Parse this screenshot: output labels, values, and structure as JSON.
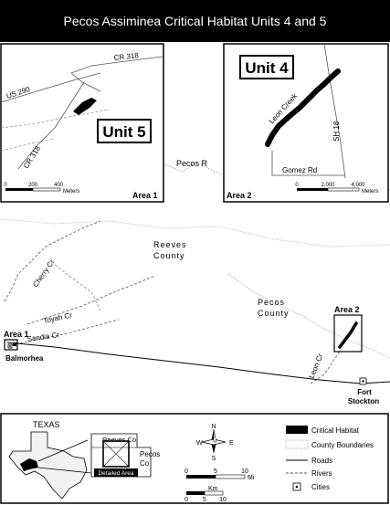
{
  "title": "Pecos Assiminea Critical Habitat Units 4 and 5",
  "inset1": {
    "roads": [
      "CR 318",
      "US 290",
      "CR 318"
    ],
    "unit_label": "Unit 5",
    "scale_ticks": [
      "0",
      "200",
      "400"
    ],
    "scale_units": "Meters",
    "area_label": "Area 1"
  },
  "inset2": {
    "unit_label": "Unit 4",
    "creek_label": "Leon Creek",
    "road_label": "SH 18",
    "gomez_label": "Gomez Rd",
    "scale_ticks": [
      "0",
      "2,000",
      "4,000"
    ],
    "scale_units": "Meters",
    "area_label": "Area 2"
  },
  "main_map": {
    "pecos_r": "Pecos R",
    "reeves_county": [
      "Reeves",
      "County"
    ],
    "pecos_county": [
      "Pecos",
      "County"
    ],
    "cherry_cr": "Cherry Cr",
    "toyah_cr": "Toyah Cr",
    "sandia_cr": "Sandia Cr",
    "leon_cr": "Leon Cr",
    "area1": "Area 1",
    "area2": "Area 2",
    "balmorhea": "Balmorhea",
    "fort_stockton": [
      "Fort",
      "Stockton"
    ]
  },
  "bottom": {
    "texas": "TEXAS",
    "reeves_co": "Reeves Co",
    "pecos_co": [
      "Pecos",
      "Co"
    ],
    "detailed_area": "Detailed Area",
    "compass": {
      "n": "N",
      "s": "S",
      "e": "E",
      "w": "W"
    },
    "mi_ticks": [
      "0",
      "5",
      "10"
    ],
    "mi_units": "Mi",
    "km_ticks": [
      "0",
      "5",
      "10"
    ],
    "km_units": "Km"
  },
  "legend": {
    "items": [
      "Critical Habitat",
      "County Boundaries",
      "Roads",
      "Rivers",
      "Cities"
    ]
  }
}
